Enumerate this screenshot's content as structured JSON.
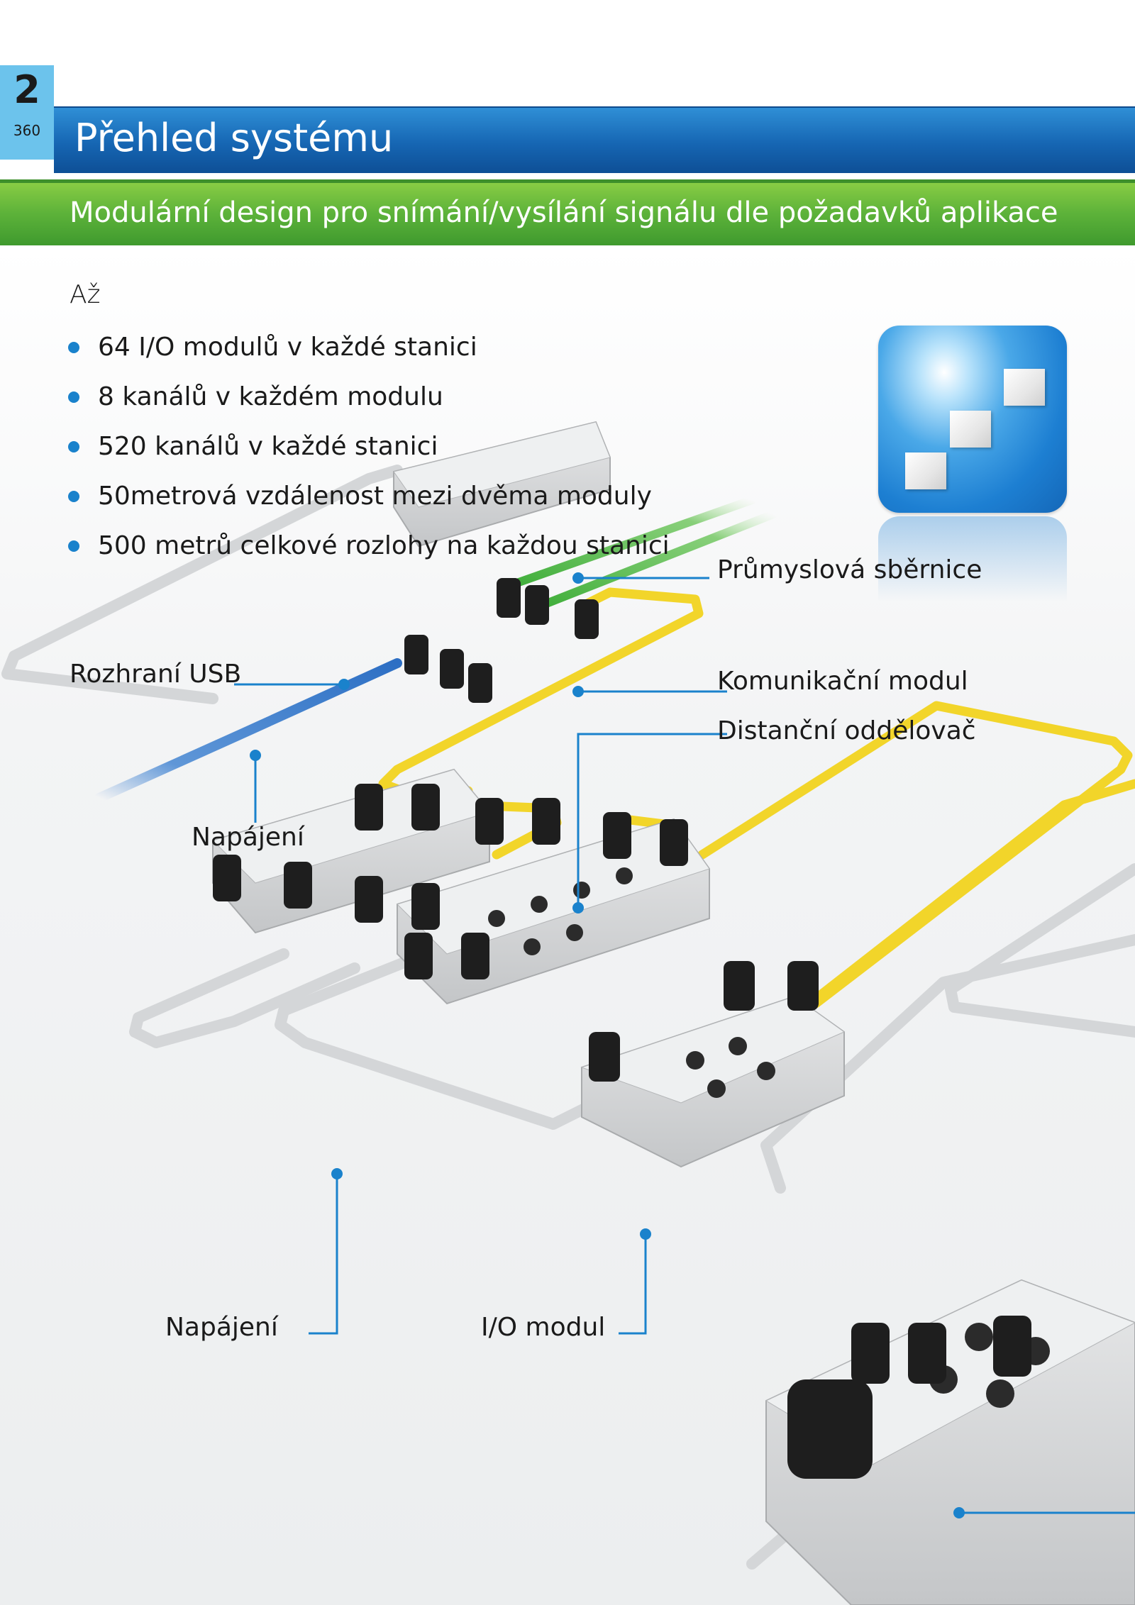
{
  "chapter": {
    "number": "2",
    "page": "360"
  },
  "header": {
    "title": "Přehled systému",
    "subtitle": "Modulární design pro snímání/vysílání signálu dle požadavků aplikace"
  },
  "intro": {
    "lead": "Až",
    "bullets": [
      "64 I/O modulů v každé stanici",
      "8 kanálů v každém modulu",
      "520 kanálů v každé stanici",
      "50metrová vzdálenost mezi dvěma moduly",
      "500 metrů celkové rozlohy na každou stanici"
    ]
  },
  "callouts": {
    "fieldbus": "Průmyslová sběrnice",
    "usb": "Rozhraní USB",
    "comm_module": "Komunikační modul",
    "spacer": "Distanční oddělovač",
    "power_1": "Napájení",
    "power_2": "Napájení",
    "io_module": "I/O modul"
  },
  "colors": {
    "title_bar": "#1666b3",
    "subtitle_bar": "#5eb33a",
    "chapter_tab": "#6cc3ec",
    "bullet": "#1a82cc",
    "callout_line": "#1a82cc",
    "cable_yellow": "#f2d52a",
    "cable_green": "#3fae3a",
    "cable_blue": "#3a7fd0",
    "cable_grey": "#d4d6d8"
  }
}
